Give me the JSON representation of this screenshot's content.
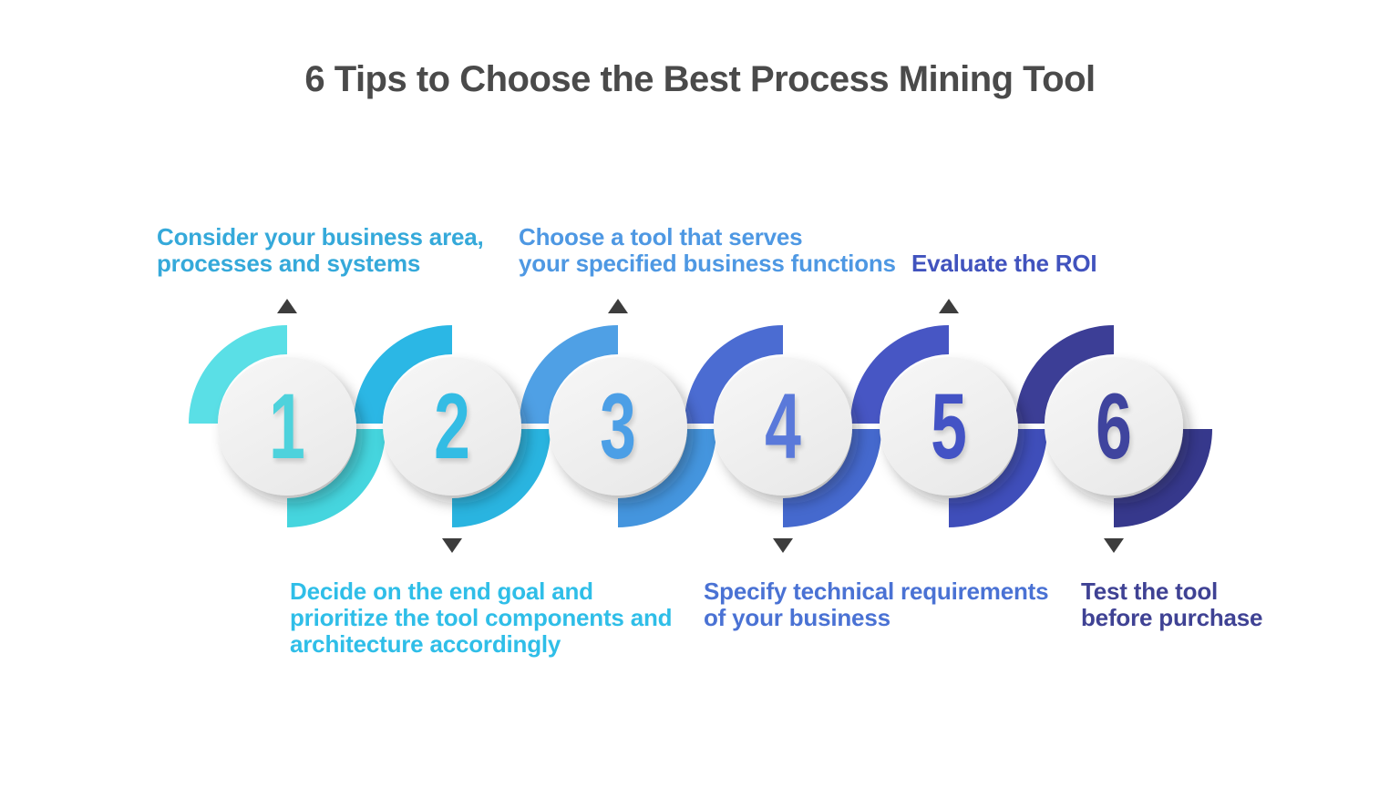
{
  "title": "6 Tips to Choose the Best Process Mining Tool",
  "title_color": "#4a4a4a",
  "background": "#ffffff",
  "triangle_color": "#3d3d3d",
  "circle_fill": "#f1f1f1",
  "steps": [
    {
      "number": "1",
      "label": "Consider your business area,\nprocesses and systems",
      "label_position": "top",
      "colors": {
        "ring": "#5ADFE6",
        "ring_dark": "#45D5DE",
        "number": "#4ED2DC",
        "text": "#35A9DA"
      }
    },
    {
      "number": "2",
      "label": "Decide on the end goal and\nprioritize the tool components and\narchitecture accordingly",
      "label_position": "bottom",
      "colors": {
        "ring": "#2BB7E5",
        "ring_dark": "#29B4E0",
        "number": "#33BCE4",
        "text": "#2FBEE8"
      }
    },
    {
      "number": "3",
      "label": "Choose a tool that serves\nyour specified business functions",
      "label_position": "top",
      "colors": {
        "ring": "#4FA0E5",
        "ring_dark": "#4495DE",
        "number": "#4C9FE6",
        "text": "#4E98E3"
      }
    },
    {
      "number": "4",
      "label": "Specify technical requirements\nof your business",
      "label_position": "bottom",
      "colors": {
        "ring": "#4B6CD2",
        "ring_dark": "#4569CE",
        "number": "#5A79DA",
        "text": "#4A72D4"
      }
    },
    {
      "number": "5",
      "label": "Evaluate the ROI",
      "label_position": "top",
      "colors": {
        "ring": "#4756C4",
        "ring_dark": "#3F4EBA",
        "number": "#4353C5",
        "text": "#4153BE"
      }
    },
    {
      "number": "6",
      "label": "Test the tool\nbefore purchase",
      "label_position": "bottom",
      "colors": {
        "ring": "#3C3E96",
        "ring_dark": "#36388C",
        "number": "#3F449E",
        "text": "#3F4294"
      }
    }
  ]
}
